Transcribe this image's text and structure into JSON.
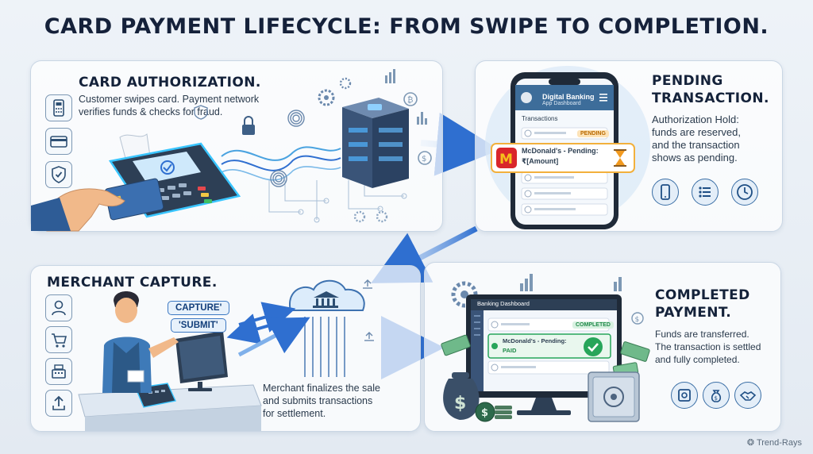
{
  "title": "CARD PAYMENT LIFECYCLE: FROM SWIPE TO COMPLETION.",
  "authorization": {
    "heading": "CARD AUTHORIZATION.",
    "desc_line1": "Customer swipes card. Payment network",
    "desc_line2": "verifies funds & checks for fraud.",
    "icons": [
      "pos-terminal-icon",
      "credit-card-icon",
      "shield-check-icon"
    ]
  },
  "pending": {
    "heading_line1": "PENDING",
    "heading_line2": "TRANSACTION.",
    "desc_line1": "Authorization Hold:",
    "desc_line2": "funds are reserved,",
    "desc_line3": "and the transaction",
    "desc_line4": "shows as pending.",
    "phone_title": "Digital Banking",
    "phone_subtitle": "App Dashboard",
    "phone_section": "Transactions",
    "pending_badge": "PENDING",
    "popup_line1": "McDonald's - Pending:",
    "popup_line2": "₹[Amount]",
    "icons": [
      "smartphone-icon",
      "list-icon",
      "clock-icon"
    ]
  },
  "capture": {
    "heading": "MERCHANT CAPTURE.",
    "tag_capture": "CAPTURE'",
    "tag_submit": "'SUBMIT'",
    "desc_line1": "Merchant finalizes the sale",
    "desc_line2": "and submits transactions",
    "desc_line3": "for settlement.",
    "icons": [
      "user-icon",
      "shopping-cart-icon",
      "cash-register-icon",
      "upload-icon"
    ]
  },
  "completed": {
    "heading_line1": "COMPLETED",
    "heading_line2": "PAYMENT.",
    "desc_line1": "Funds are transferred.",
    "desc_line2": "The transaction is settled",
    "desc_line3": "and fully completed.",
    "dashboard_title": "Banking Dashboard",
    "completed_badge": "COMPLETED",
    "row_line1": "McDonald's - Pending:",
    "row_line2": "PAID",
    "icons": [
      "safe-icon",
      "money-bag-icon",
      "handshake-icon"
    ]
  },
  "brand": "Trend-Rays",
  "colors": {
    "accent_blue": "#2f6fd0",
    "dark_navy": "#2d3f55",
    "success_green": "#27a55a",
    "pending_orange": "#f29a1f",
    "mcdonalds_red": "#d9262b",
    "mcdonalds_yellow": "#f6c11b"
  }
}
